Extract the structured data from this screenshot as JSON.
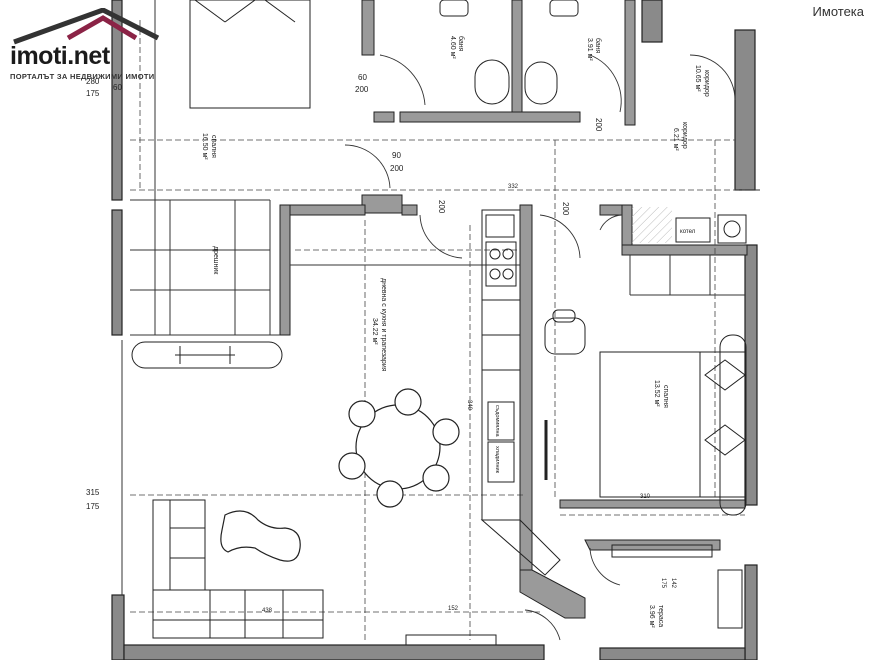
{
  "brand": {
    "logo_text": "imoti.net",
    "tagline": "ПОРТАЛЪТ ЗА НЕДВИЖИМИ ИМОТИ",
    "watermark": "Имотека",
    "accent_color": "#8b2346"
  },
  "rooms": [
    {
      "id": "bath-1",
      "name": "баня",
      "area": "4.60 м²"
    },
    {
      "id": "bath-2",
      "name": "баня",
      "area": "3.91 м²"
    },
    {
      "id": "corridor-1",
      "name": "коридор",
      "area": "10.65 м²"
    },
    {
      "id": "corridor-2",
      "name": "коридор",
      "area": "6.21 м²"
    },
    {
      "id": "bedroom-1",
      "name": "спалня",
      "area": "16.50 м²"
    },
    {
      "id": "wardrobe",
      "name": "дрешник",
      "area": ""
    },
    {
      "id": "living",
      "name": "дневна с кухня и трапезария",
      "area": "34.22 м²"
    },
    {
      "id": "bedroom-2",
      "name": "спалня",
      "area": "13.52 м²"
    },
    {
      "id": "terrace",
      "name": "тераса",
      "area": "3.96 м²"
    }
  ],
  "fixtures": {
    "boiler": "котел",
    "dishwasher": "съдомиялна",
    "fridge": "хладилник"
  },
  "dimensions": {
    "d_tl_1": "280",
    "d_tl_2": "175",
    "d_tl_3": "60",
    "d_door_1a": "60",
    "d_door_1b": "200",
    "d_door_2a": "90",
    "d_door_2b": "200",
    "d_door_3": "200",
    "d_door_4": "200",
    "d_hall": "200",
    "d_left_1": "315",
    "d_left_2": "175",
    "d_mid_1": "332",
    "d_mid_2": "340",
    "d_mid_3": "310",
    "d_bot_1": "152",
    "d_bot_2": "438",
    "d_ter_1": "142",
    "d_ter_2": "175"
  }
}
